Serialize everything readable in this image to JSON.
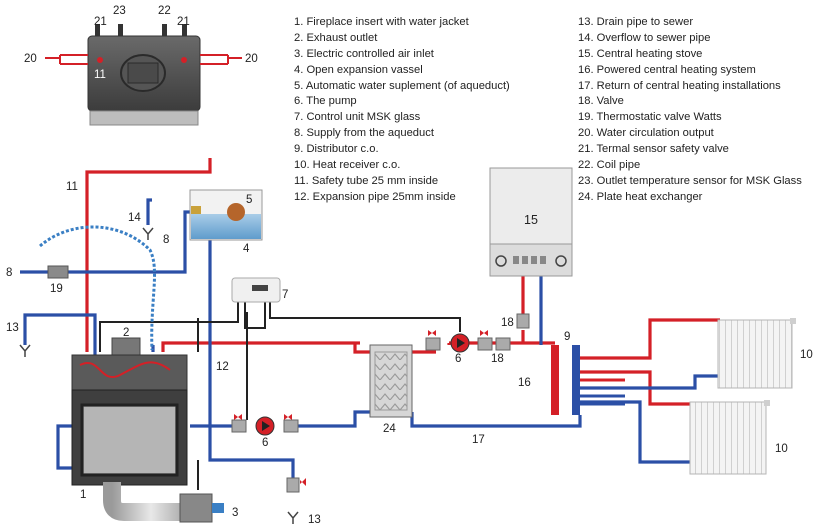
{
  "legend": {
    "items": [
      "1. Fireplace insert with water jacket",
      "2. Exhaust outlet",
      "3. Electric controlled air inlet",
      "4. Open expansion vassel",
      "5. Automatic water suplement (of aqueduct)",
      "6. The pump",
      "7. Control unit MSK glass",
      "8. Supply from the aqueduct",
      "9. Distributor c.o.",
      "10. Heat receiver c.o.",
      "11. Safety tube 25 mm inside",
      "12. Expansion pipe 25mm inside",
      "13. Drain pipe to sewer",
      "14. Overflow to sewer pipe",
      "15. Central heating stove",
      "16. Powered central heating system",
      "17. Return of central heating installations",
      "18. Valve",
      "19. Thermostatic valve Watts",
      "20. Water circulation output",
      "21. Termal sensor safety valve",
      "22. Coil pipe",
      "23. Outlet temperature sensor for MSK Glass",
      "24. Plate heat exchanger"
    ]
  },
  "labels": {
    "insert_top_21a": "21",
    "insert_top_23": "23",
    "insert_top_22": "22",
    "insert_top_21b": "21",
    "insert_top_20a": "20",
    "insert_top_20b": "20",
    "insert_top_11": "11",
    "safety_tube_11": "11",
    "overflow_14": "14",
    "supply_8_top": "8",
    "expansion_5": "5",
    "expansion_4": "4",
    "supply_8_left": "8",
    "thermo_19": "19",
    "drain_13_left": "13",
    "exhaust_2": "2",
    "control_7": "7",
    "exp_pipe_12": "12",
    "stove_15": "15",
    "valve_18_top": "18",
    "distributor_9": "9",
    "pump_6_right": "6",
    "valve_18_mid": "18",
    "system_16": "16",
    "exchanger_24": "24",
    "pump_6_left": "6",
    "return_17": "17",
    "fireplace_1": "1",
    "air_inlet_3": "3",
    "drain_13_bottom": "13",
    "radiator_10_top": "10",
    "radiator_10_bottom": "10"
  },
  "colors": {
    "supply_pipe": "#d42027",
    "return_pipe": "#2b4fa6",
    "coil": "#3a7fc4",
    "control_wire": "#222222",
    "insert_body": "#4a4a4a"
  }
}
